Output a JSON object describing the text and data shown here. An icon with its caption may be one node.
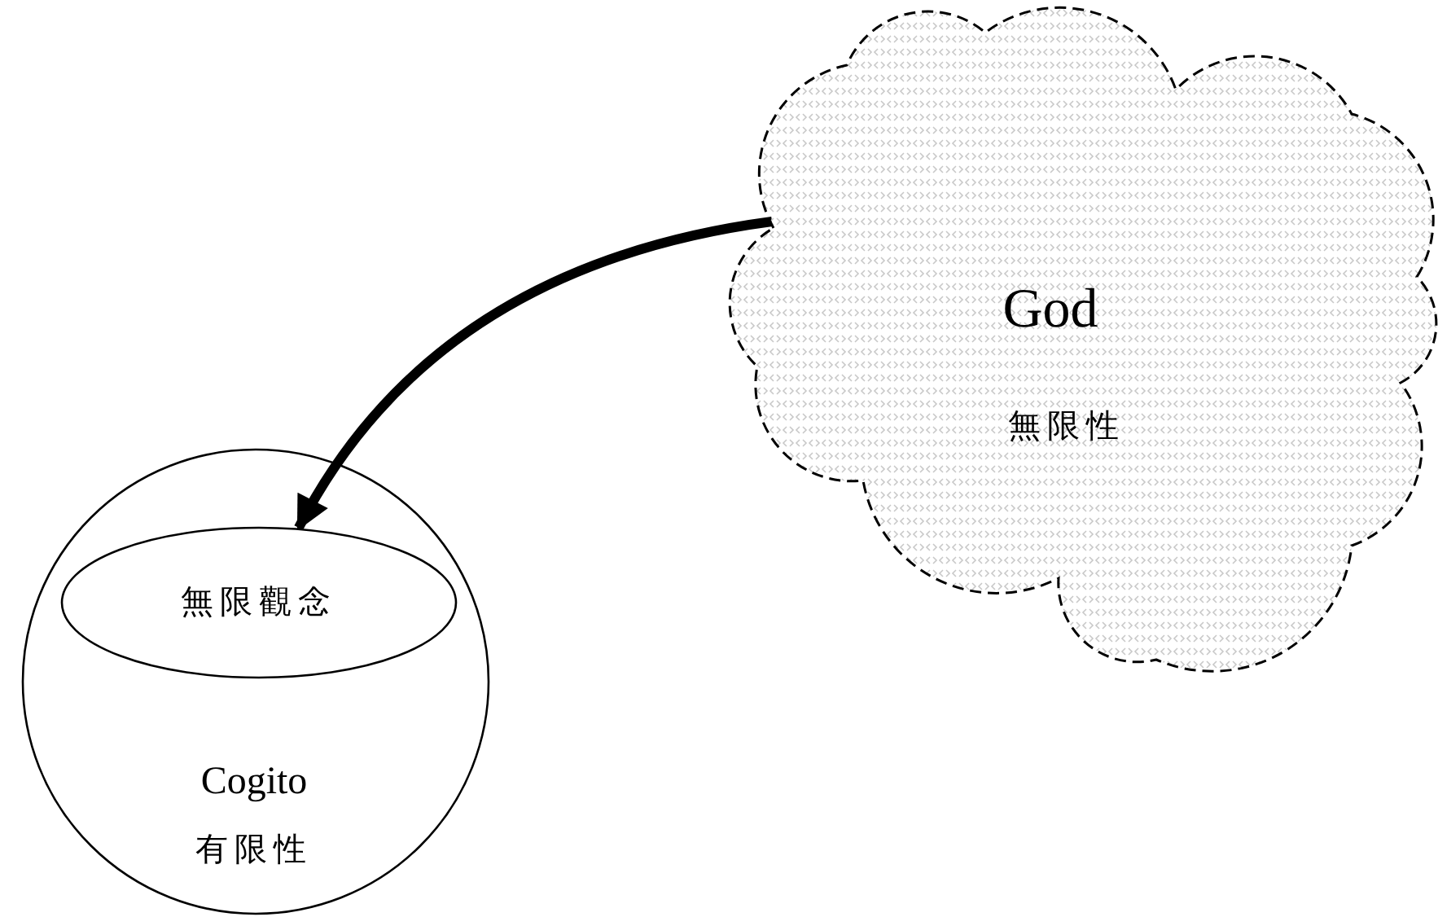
{
  "diagram": {
    "nodes": [
      {
        "text": [
          "God",
          "無限性"
        ]
      },
      {
        "text": [
          "Cogito",
          "有限性"
        ]
      },
      {
        "text": [
          "無限觀念"
        ],
        "in": 1
      }
    ],
    "edges": [
      {
        "from": 0,
        "to": 2,
        "arrow": "to"
      }
    ]
  }
}
